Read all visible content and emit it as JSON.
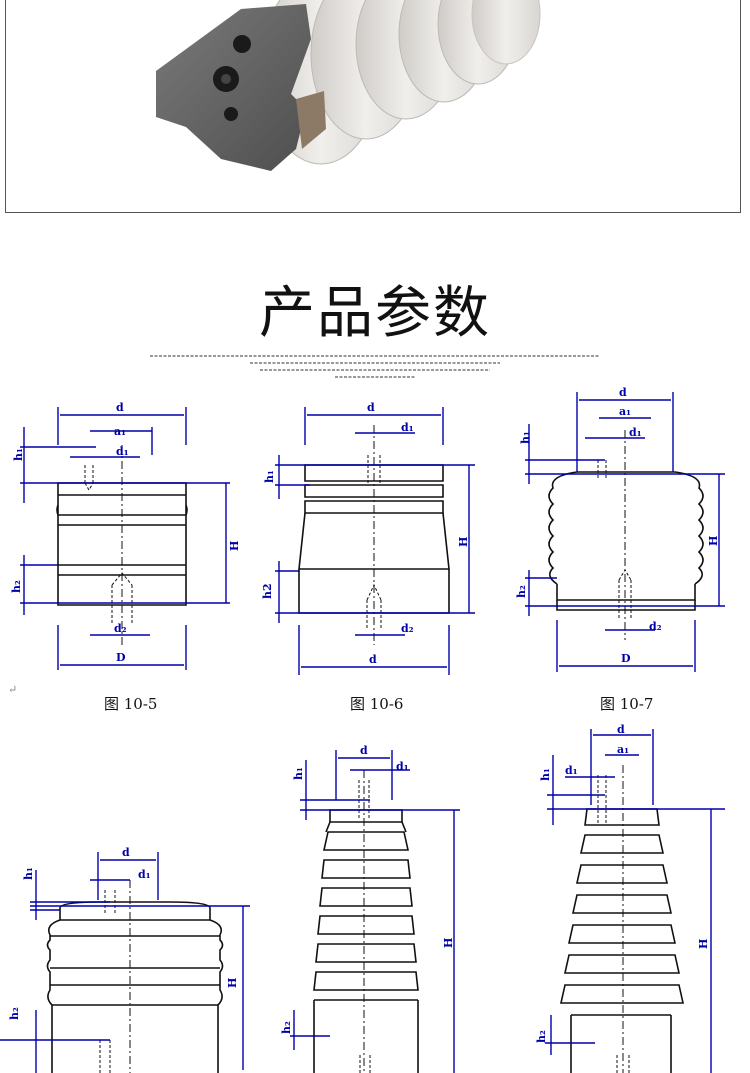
{
  "section_title": "产品参数",
  "figures": [
    {
      "caption": "图 10-5",
      "labels": {
        "d": "d",
        "a1": "a₁",
        "d1": "d₁",
        "h1": "h₁",
        "h2": "h₂",
        "H": "H",
        "d2": "d₂",
        "D": "D"
      }
    },
    {
      "caption": "图 10-6",
      "labels": {
        "d": "d",
        "d1": "d₁",
        "h1": "h₁",
        "h2": "h2",
        "H": "H",
        "d2": "d₂",
        "dbottom": "d"
      }
    },
    {
      "caption": "图 10-7",
      "labels": {
        "d": "d",
        "a1": "a₁",
        "d1": "d₁",
        "h1": "h₁",
        "h2": "h₂",
        "H": "H",
        "d2": "d₂",
        "D": "D"
      }
    },
    {
      "labels": {
        "d": "d",
        "d1": "d₁",
        "h1": "h₁",
        "h2": "h₂",
        "H": "H"
      }
    },
    {
      "labels": {
        "d": "d",
        "d1": "d₁",
        "h1": "h₁",
        "h2": "h₂",
        "H": "H"
      }
    },
    {
      "labels": {
        "d": "d",
        "a1": "a₁",
        "d1": "d₁",
        "h1": "h₁",
        "h2": "h₂",
        "H": "H"
      }
    }
  ],
  "colors": {
    "dimension": "#0000aa",
    "outline": "#111111",
    "insulator": "#e6e3df",
    "metal_cap": "#6b6b6b"
  },
  "return_mark": "↵"
}
